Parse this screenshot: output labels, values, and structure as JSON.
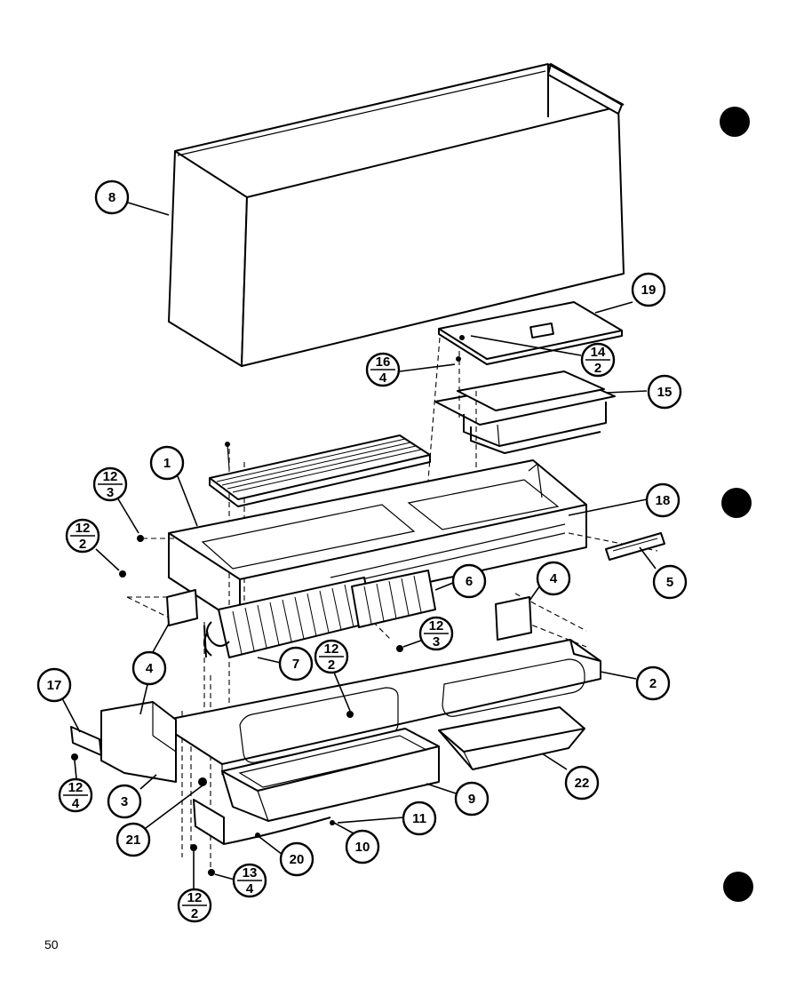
{
  "page_number": "50",
  "callouts": [
    {
      "id": "8",
      "label": "8",
      "qty": ""
    },
    {
      "id": "19",
      "label": "19",
      "qty": ""
    },
    {
      "id": "14",
      "label": "14",
      "qty": "2"
    },
    {
      "id": "16",
      "label": "16",
      "qty": "4"
    },
    {
      "id": "15",
      "label": "15",
      "qty": ""
    },
    {
      "id": "1",
      "label": "1",
      "qty": ""
    },
    {
      "id": "12a",
      "label": "12",
      "qty": "3"
    },
    {
      "id": "12b",
      "label": "12",
      "qty": "2"
    },
    {
      "id": "18",
      "label": "18",
      "qty": ""
    },
    {
      "id": "5",
      "label": "5",
      "qty": ""
    },
    {
      "id": "6",
      "label": "6",
      "qty": ""
    },
    {
      "id": "4a",
      "label": "4",
      "qty": ""
    },
    {
      "id": "12c",
      "label": "12",
      "qty": "3"
    },
    {
      "id": "4b",
      "label": "4",
      "qty": ""
    },
    {
      "id": "12d",
      "label": "12",
      "qty": "2"
    },
    {
      "id": "7",
      "label": "7",
      "qty": ""
    },
    {
      "id": "2",
      "label": "2",
      "qty": ""
    },
    {
      "id": "17",
      "label": "17",
      "qty": ""
    },
    {
      "id": "22",
      "label": "22",
      "qty": ""
    },
    {
      "id": "9",
      "label": "9",
      "qty": ""
    },
    {
      "id": "12e",
      "label": "12",
      "qty": "4"
    },
    {
      "id": "3",
      "label": "3",
      "qty": ""
    },
    {
      "id": "11",
      "label": "11",
      "qty": ""
    },
    {
      "id": "21",
      "label": "21",
      "qty": ""
    },
    {
      "id": "10",
      "label": "10",
      "qty": ""
    },
    {
      "id": "20",
      "label": "20",
      "qty": ""
    },
    {
      "id": "13",
      "label": "13",
      "qty": "4"
    },
    {
      "id": "12f",
      "label": "12",
      "qty": "2"
    }
  ]
}
